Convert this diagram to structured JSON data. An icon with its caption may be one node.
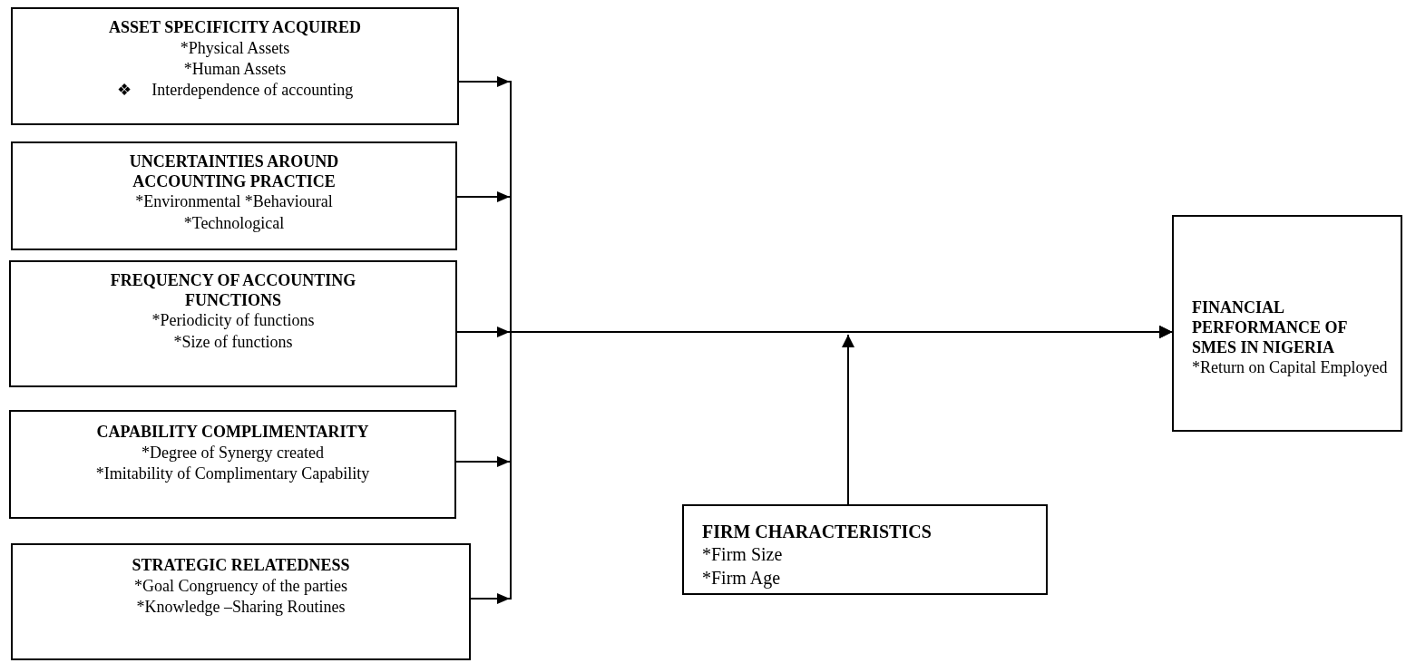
{
  "diagram": {
    "nodes": [
      {
        "text": [
          "ASSET SPECIFICITY ACQUIRED",
          "*Physical Assets",
          "*Human Assets",
          "❖     Interdependence of accounting"
        ]
      },
      {
        "text": [
          "UNCERTAINTIES AROUND ACCOUNTING PRACTICE",
          "*Environmental *Behavioural",
          "*Technological"
        ]
      },
      {
        "text": [
          "FREQUENCY OF ACCOUNTING FUNCTIONS",
          "*Periodicity of functions",
          "*Size of functions"
        ]
      },
      {
        "text": [
          "CAPABILITY COMPLIMENTARITY",
          "*Degree of Synergy created",
          "*Imitability of Complimentary Capability"
        ]
      },
      {
        "text": [
          "STRATEGIC RELATEDNESS",
          "*Goal Congruency of the parties",
          "*Knowledge –Sharing Routines"
        ]
      },
      {
        "text": [
          "FINANCIAL PERFORMANCE OF SMES IN NIGERIA",
          "*Return on Capital Employed"
        ]
      },
      {
        "text": [
          "FIRM CHARACTERISTICS",
          "*Firm Size",
          "*Firm Age"
        ]
      }
    ],
    "edges": [
      {
        "from": 0,
        "to": 5,
        "arrow": "to"
      },
      {
        "from": 1,
        "to": 5,
        "arrow": "to"
      },
      {
        "from": 2,
        "to": 5,
        "arrow": "to"
      },
      {
        "from": 3,
        "to": 5,
        "arrow": "to"
      },
      {
        "from": 4,
        "to": 5,
        "arrow": "to"
      },
      {
        "from": 6,
        "to": null,
        "arrow": "to"
      }
    ]
  }
}
